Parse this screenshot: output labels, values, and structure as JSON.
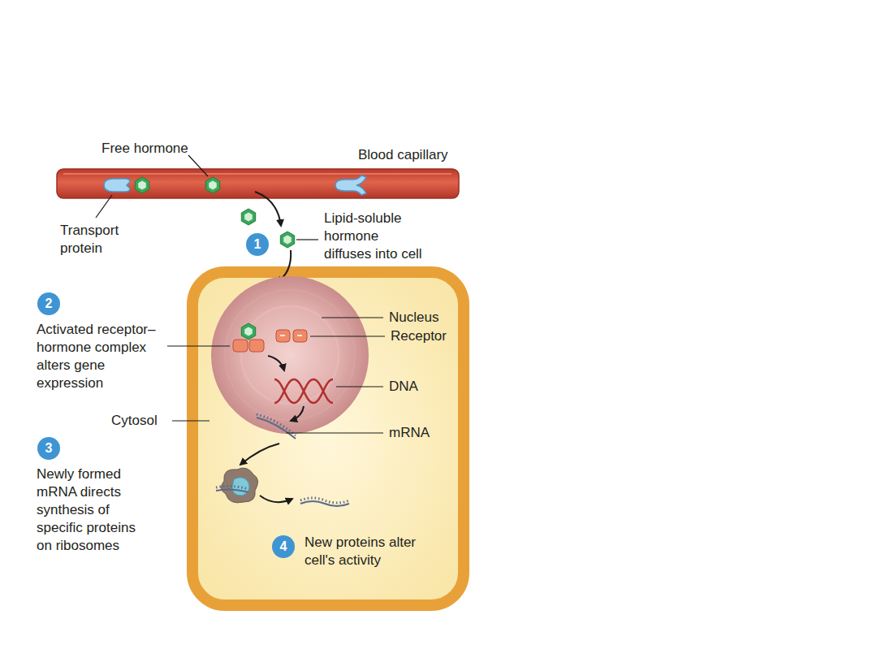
{
  "diagram": {
    "nodes": [
      {
        "text": [
          "1"
        ]
      },
      {
        "text": [
          "2"
        ]
      },
      {
        "text": [
          "3"
        ]
      },
      {
        "text": [
          "4"
        ]
      }
    ],
    "labels": [
      "Free hormone",
      "Blood capillary",
      "Transport protein",
      "Lipid-soluble hormone diffuses into cell",
      "Nucleus",
      "Receptor",
      "Activated receptor–hormone complex alters gene expression",
      "DNA",
      "Cytosol",
      "mRNA",
      "Newly formed mRNA directs synthesis of specific proteins on ribosomes",
      "New proteins alter cell's activity"
    ]
  }
}
